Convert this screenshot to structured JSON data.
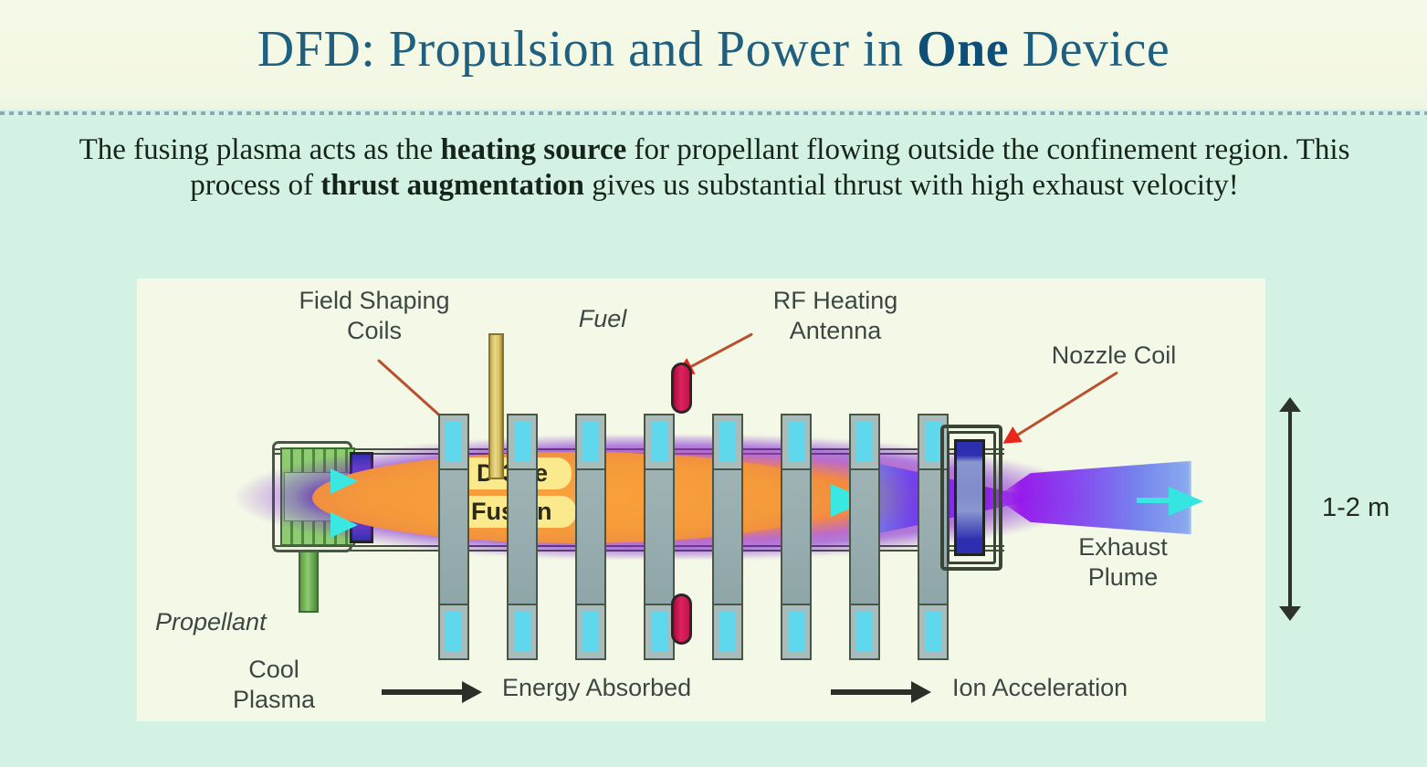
{
  "slide": {
    "title_prefix": "DFD: Propulsion and Power in ",
    "title_emphasis": "One",
    "title_suffix": " Device",
    "title_color": "#1f5f80",
    "body_part1": "The fusing plasma acts as the ",
    "body_bold1": "heating source",
    "body_part2": " for propellant flowing outside the confinement region. This process of ",
    "body_bold2": "thrust augmentation",
    "body_part3": " gives us substantial thrust with high exhaust velocity!",
    "background_color": "#d4f2e3",
    "header_color": "#f3f8e4",
    "panel_color": "#f3f8e7"
  },
  "diagram": {
    "labels": {
      "field_shaping_coils": "Field Shaping\nCoils",
      "field_shaping_coils_line1": "Field Shaping",
      "field_shaping_coils_line2": "Coils",
      "fuel": "Fuel",
      "rf_heating_line1": "RF Heating",
      "rf_heating_line2": "Antenna",
      "nozzle_coil": "Nozzle Coil",
      "propellant": "Propellant",
      "exhaust_line1": "Exhaust",
      "exhaust_line2": "Plume",
      "fusion_top": "D-3He",
      "fusion_bottom": "Fusion"
    },
    "flow_legend": {
      "cool_plasma_line1": "Cool",
      "cool_plasma_line2": "Plasma",
      "energy_absorbed": "Energy Absorbed",
      "ion_acceleration": "Ion Acceleration"
    },
    "dimension": {
      "value": "1-2 m"
    },
    "colors": {
      "callout_arrow": "#e8261a",
      "coil_cyan": "#5fd8ee",
      "plasma_orange": "#f9a13c",
      "plasma_violet": "#8c19eb",
      "rf_antenna": "#e0205f",
      "propellant_green": "#8fcb70",
      "fuel_rod": "#e9d98c",
      "exhaust_cyan": "#35e6e0",
      "nozzle_blue": "#2b2fb0"
    },
    "coil_count": 9
  }
}
